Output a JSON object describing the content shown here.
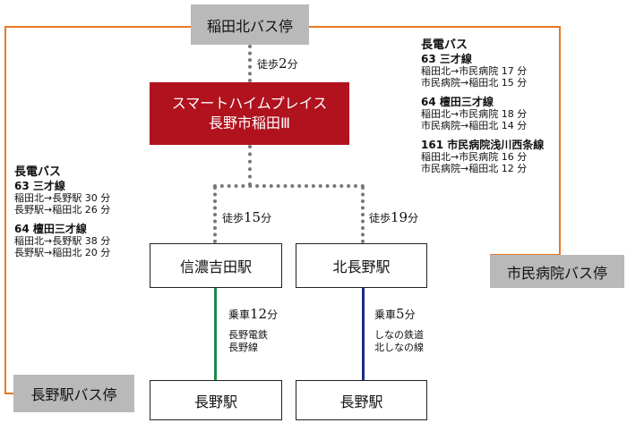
{
  "stops": {
    "inada_kita": "稲田北バス停",
    "shimin_byoin": "市民病院バス停",
    "nagano_eki_bus": "長野駅バス停"
  },
  "destination": {
    "line1": "スマートハイムプレイス",
    "line2": "長野市稲田Ⅲ"
  },
  "stations": {
    "shinano_yoshida": "信濃吉田駅",
    "kita_nagano": "北長野駅",
    "nagano1": "長野駅",
    "nagano2": "長野駅"
  },
  "walk": {
    "to_bus": {
      "prefix": "徒歩",
      "num": "2",
      "unit": "分"
    },
    "to_yoshida": {
      "prefix": "徒歩",
      "num": "15",
      "unit": "分"
    },
    "to_kita": {
      "prefix": "徒歩",
      "num": "19",
      "unit": "分"
    }
  },
  "rides": {
    "yoshida": {
      "prefix": "乗車",
      "num": "12",
      "unit": "分",
      "line1": "長野電鉄",
      "line2": "長野線",
      "color": "#1a8a4a"
    },
    "kita": {
      "prefix": "乗車",
      "num": "5",
      "unit": "分",
      "line1": "しなの鉄道",
      "line2": "北しなの線",
      "color": "#1a2a8a"
    }
  },
  "bus_left": {
    "title": "長電バス",
    "routes": [
      {
        "name": "63 三才線",
        "rows": [
          "稲田北→長野駅 30 分",
          "長野駅→稲田北 26 分"
        ]
      },
      {
        "name": "64 檀田三才線",
        "rows": [
          "稲田北→長野駅 38 分",
          "長野駅→稲田北 20 分"
        ]
      }
    ]
  },
  "bus_right": {
    "title": "長電バス",
    "routes": [
      {
        "name": "63 三才線",
        "rows": [
          "稲田北→市民病院 17 分",
          "市民病院→稲田北 15 分"
        ]
      },
      {
        "name": "64 檀田三才線",
        "rows": [
          "稲田北→市民病院 18 分",
          "市民病院→稲田北 14 分"
        ]
      },
      {
        "name": "161 市民病院浅川西条線",
        "rows": [
          "稲田北→市民病院 16 分",
          "市民病院→稲田北 12 分"
        ]
      }
    ]
  },
  "colors": {
    "orange": "#e87722",
    "red": "#b0121e",
    "gray": "#b9b9b9"
  }
}
